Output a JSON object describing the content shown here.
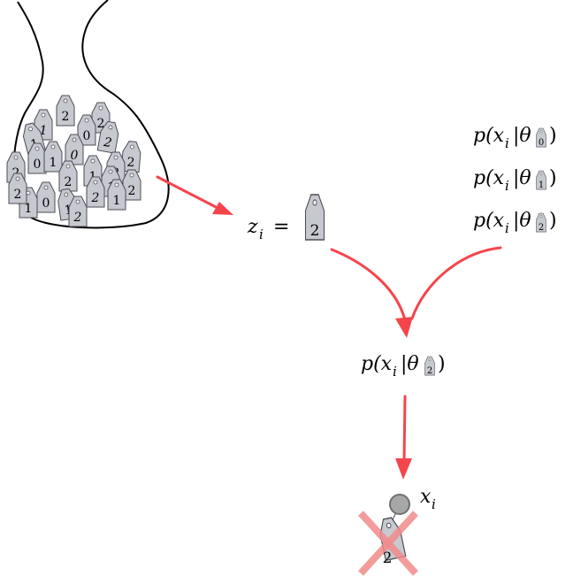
{
  "colors": {
    "arrow": "#f5454c",
    "tag_fill": "#c7c9d0",
    "tag_stroke": "#4d4d55",
    "cross": "#f28b8b",
    "node_fill": "#a7a7a7"
  },
  "bag": {
    "tags": [
      "2",
      "1",
      "2",
      "0",
      "1",
      "2",
      "2",
      "0",
      "1",
      "0",
      "2",
      "2",
      "1",
      "1",
      "2",
      "2",
      "1",
      "2",
      "0",
      "1",
      "1",
      "2",
      "2"
    ]
  },
  "assignment": {
    "var": "z",
    "index": "i",
    "equals": "=",
    "tag_label": "2"
  },
  "likelihoods": [
    {
      "prefix": "p(x",
      "index": "i",
      "sep": "|θ",
      "tag_label": "0",
      "close": ")"
    },
    {
      "prefix": "p(x",
      "index": "i",
      "sep": "|θ",
      "tag_label": "1",
      "close": ")"
    },
    {
      "prefix": "p(x",
      "index": "i",
      "sep": "|θ",
      "tag_label": "2",
      "close": ")"
    }
  ],
  "selected": {
    "prefix": "p(x",
    "index": "i",
    "sep": "|θ",
    "tag_label": "2",
    "close": ")"
  },
  "observation": {
    "var": "x",
    "index": "i",
    "tag_label": "2"
  }
}
